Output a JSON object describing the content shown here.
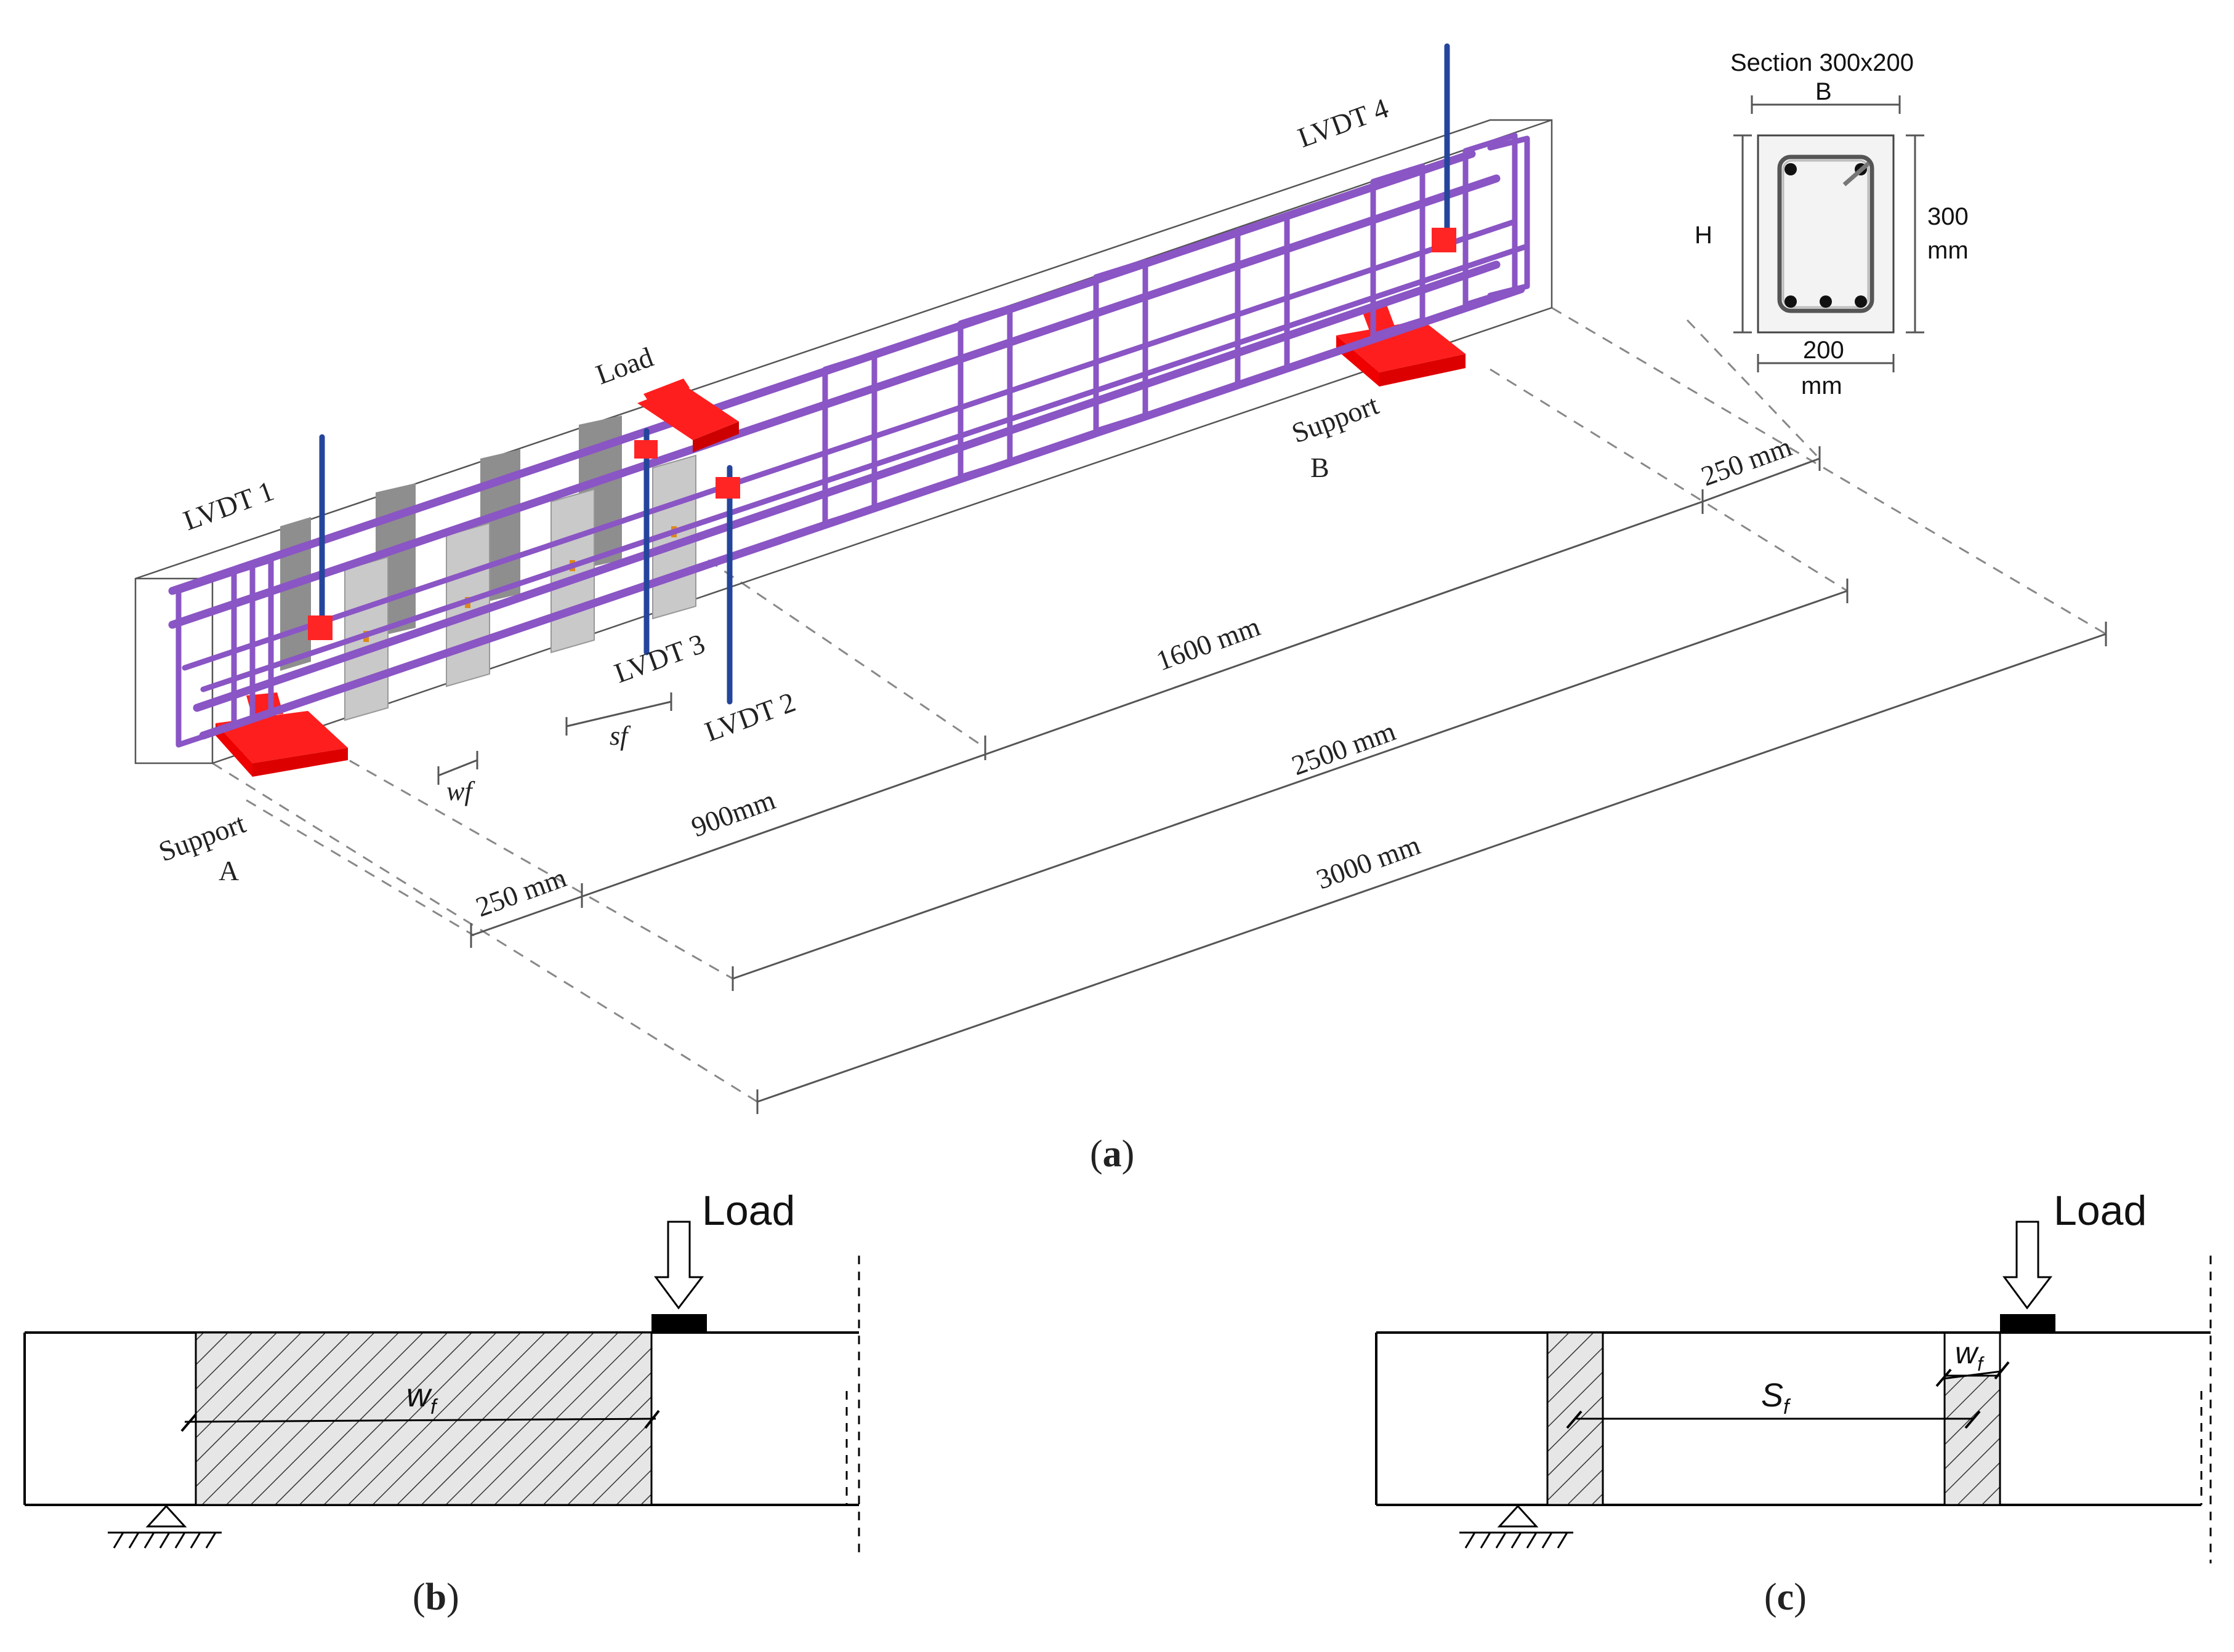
{
  "panel_a": {
    "caption_open": "(",
    "caption_letter": "a",
    "caption_close": ")",
    "labels": {
      "lvdt1": "LVDT 1",
      "lvdt2": "LVDT 2",
      "lvdt3": "LVDT 3",
      "lvdt4": "LVDT 4",
      "load": "Load",
      "support_a_1": "Support",
      "support_a_2": "A",
      "support_b_1": "Support",
      "support_b_2": "B",
      "sf": "sf",
      "wf": "wf"
    },
    "dimensions": {
      "d250_left": "250 mm",
      "d900": "900mm",
      "d1600": "1600 mm",
      "d250_right": "250 mm",
      "d2500": "2500 mm",
      "d3000": "3000 mm"
    },
    "section": {
      "title": "Section 300x200",
      "b": "B",
      "h": "H",
      "height_value": "300",
      "height_unit": "mm",
      "width_value": "200",
      "width_unit": "mm"
    }
  },
  "panel_b": {
    "caption_open": "(",
    "caption_letter": "b",
    "caption_close": ")",
    "load": "Load",
    "w_symbol": "w",
    "w_sub": "f"
  },
  "panel_c": {
    "caption_open": "(",
    "caption_letter": "c",
    "caption_close": ")",
    "load": "Load",
    "w_symbol": "w",
    "w_sub": "f",
    "s_symbol": "S",
    "s_sub": "f"
  },
  "colors": {
    "rebar": "#8a55c4",
    "lvdt": "#24459b",
    "support": "#ff1e1e",
    "frp_strip": "#c9c9c9"
  }
}
